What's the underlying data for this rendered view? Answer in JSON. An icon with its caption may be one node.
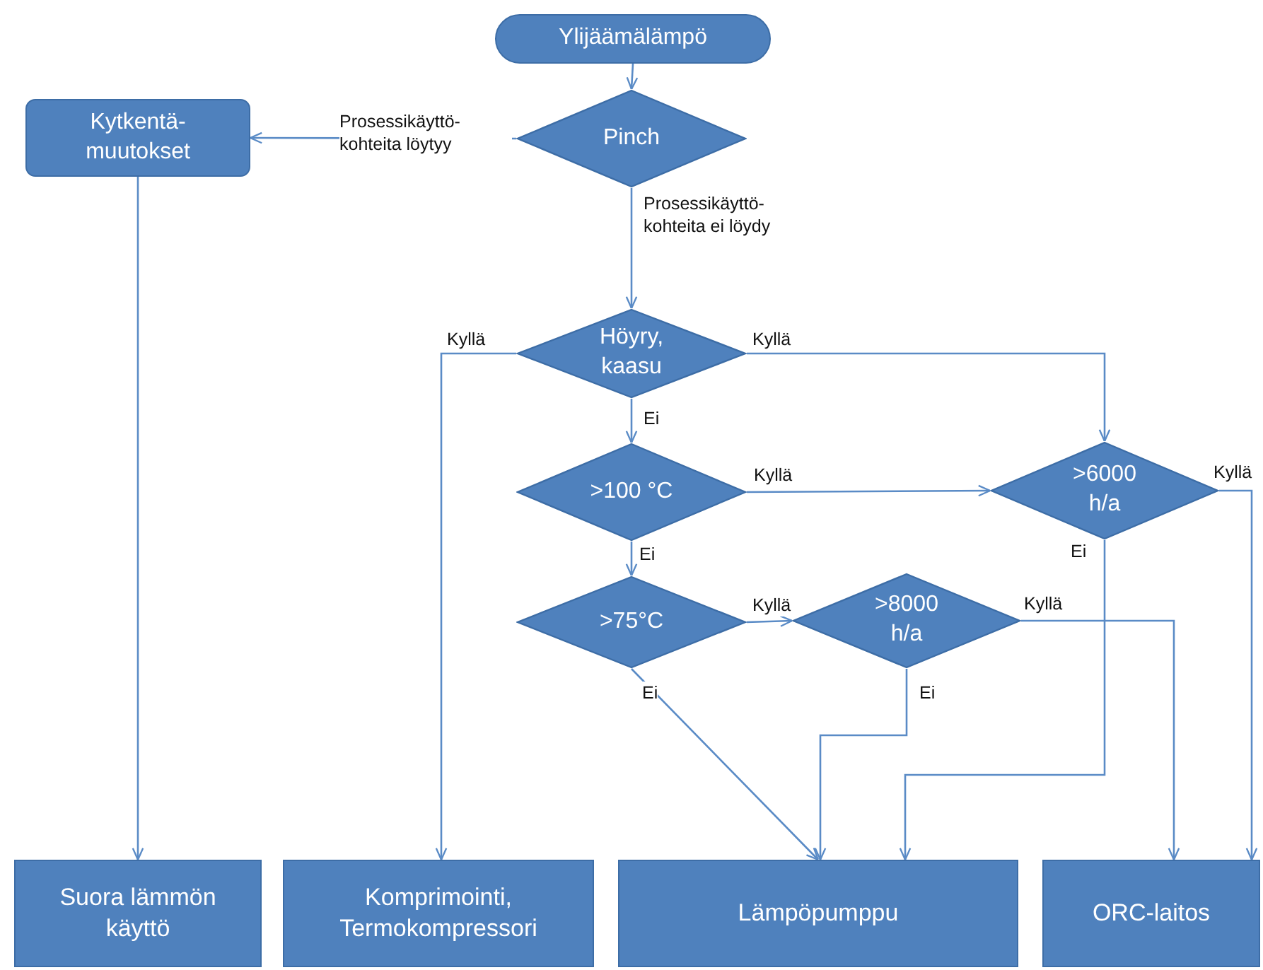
{
  "diagram": {
    "nodes": [
      {
        "text": [
          "Ylijäämälämpö"
        ]
      },
      {
        "text": [
          "Pinch"
        ]
      },
      {
        "text": [
          "Kytkentä- muutokset"
        ]
      },
      {
        "text": [
          "Höyry, kaasu"
        ]
      },
      {
        "text": [
          ">100 °C"
        ]
      },
      {
        "text": [
          ">6000 h/a"
        ]
      },
      {
        "text": [
          ">75°C"
        ]
      },
      {
        "text": [
          ">8000 h/a"
        ]
      },
      {
        "text": [
          "Suora lämmön käyttö"
        ]
      },
      {
        "text": [
          "Komprimointi, Termokompressori"
        ]
      },
      {
        "text": [
          "Lämpöpumppu"
        ]
      },
      {
        "text": [
          "ORC-laitos"
        ]
      }
    ],
    "edges": [
      {
        "from": 0,
        "to": 1,
        "arrow": "to"
      },
      {
        "from": 1,
        "to": 2,
        "arrow": "to",
        "label": "Prosessikäyttö- kohteita löytyy"
      },
      {
        "from": 1,
        "to": 3,
        "arrow": "to",
        "label": "Prosessikäyttö- kohteita ei löydy"
      },
      {
        "from": 2,
        "to": 8,
        "arrow": "to"
      },
      {
        "from": 3,
        "to": 9,
        "arrow": "to",
        "label": "Kyllä"
      },
      {
        "from": 3,
        "to": 5,
        "arrow": "to",
        "label": "Kyllä"
      },
      {
        "from": 3,
        "to": 4,
        "arrow": "to",
        "label": "Ei"
      },
      {
        "from": 4,
        "to": 5,
        "arrow": "to",
        "label": "Kyllä"
      },
      {
        "from": 4,
        "to": 6,
        "arrow": "to",
        "label": "Ei"
      },
      {
        "from": 5,
        "to": 11,
        "arrow": "to",
        "label": "Kyllä"
      },
      {
        "from": 5,
        "to": 10,
        "arrow": "to",
        "label": "Ei"
      },
      {
        "from": 6,
        "to": 7,
        "arrow": "to",
        "label": "Kyllä"
      },
      {
        "from": 6,
        "to": 10,
        "arrow": "to",
        "label": "Ei"
      },
      {
        "from": 7,
        "to": 11,
        "arrow": "to",
        "label": "Kyllä"
      },
      {
        "from": 7,
        "to": 10,
        "arrow": "to",
        "label": "Ei"
      }
    ]
  }
}
